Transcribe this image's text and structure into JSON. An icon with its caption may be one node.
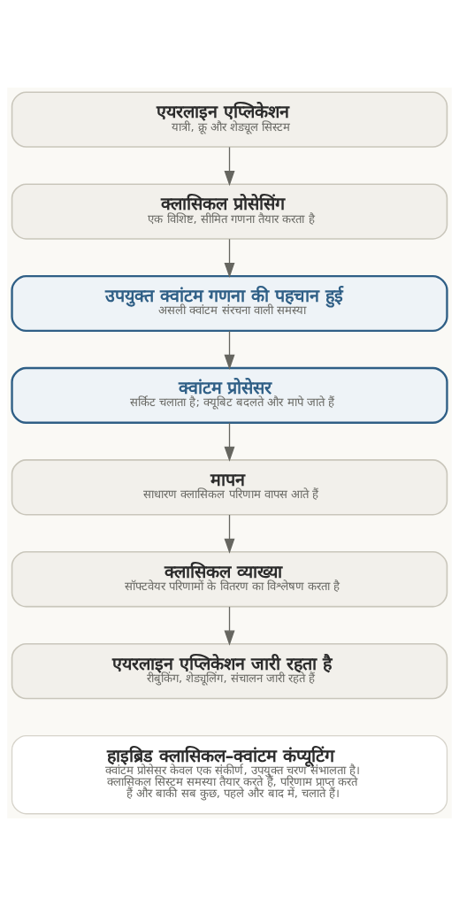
{
  "diagram": {
    "nodes": [
      {
        "text": [
          "एयरलाइन एप्लिकेशन",
          "यात्री, क्रू और शेड्यूल सिस्टम"
        ]
      },
      {
        "text": [
          "क्लासिकल प्रोसेसिंग",
          "एक विशिष्ट, सीमित गणना तैयार करता है"
        ]
      },
      {
        "text": [
          "उपयुक्त क्वांटम गणना की पहचान हुई",
          "असली क्वांटम संरचना वाली समस्या"
        ]
      },
      {
        "text": [
          "क्वांटम प्रोसेसर",
          "सर्किट चलाता है; क्यूबिट बदलते और मापे जाते हैं"
        ]
      },
      {
        "text": [
          "मापन",
          "साधारण क्लासिकल परिणाम वापस आते हैं"
        ]
      },
      {
        "text": [
          "क्लासिकल व्याख्या",
          "सॉफ्टवेयर परिणामों के वितरण का विश्लेषण करता है"
        ]
      },
      {
        "text": [
          "एयरलाइन एप्लिकेशन जारी रहता है",
          "रीबुकिंग, शेड्यूलिंग, संचालन जारी रहते हैं"
        ]
      },
      {
        "text": [
          "हाइब्रिड क्लासिकल–क्वांटम कंप्यूटिंग",
          "क्वांटम प्रोसेसर केवल एक संकीर्ण, उपयुक्त चरण संभालता है। क्लासिकल सिस्टम समस्या तैयार करते हैं, परिणाम प्राप्त करते हैं और बाकी सब कुछ, पहले और बाद में, चलाते हैं।"
        ]
      }
    ],
    "edges": [
      {
        "from": 0,
        "to": 1,
        "arrow": "to"
      },
      {
        "from": 1,
        "to": 2,
        "arrow": "to"
      },
      {
        "from": 2,
        "to": 3,
        "arrow": "to"
      },
      {
        "from": 3,
        "to": 4,
        "arrow": "to"
      },
      {
        "from": 4,
        "to": 5,
        "arrow": "to"
      },
      {
        "from": 5,
        "to": 6,
        "arrow": "to"
      }
    ]
  }
}
